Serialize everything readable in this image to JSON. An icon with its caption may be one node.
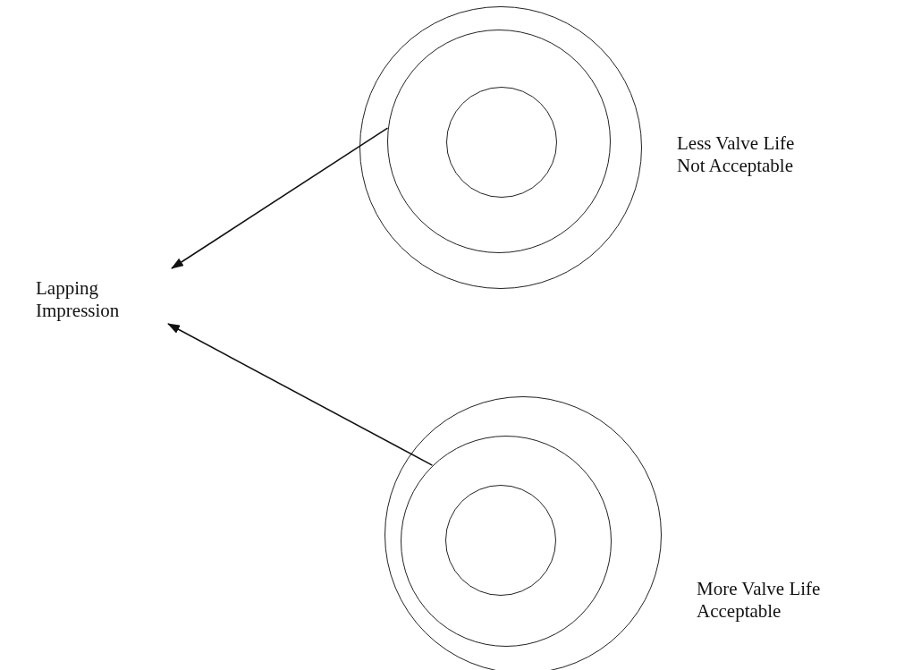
{
  "diagram": {
    "nodes": [
      {
        "text": [
          "Lapping Impression"
        ]
      },
      {
        "text": [],
        "shape": "circle",
        "beside": [
          "Less Valve Life Not Acceptable"
        ]
      },
      {
        "text": [],
        "shape": "circle",
        "in": 1
      },
      {
        "text": [],
        "shape": "circle",
        "in": 2
      },
      {
        "text": [],
        "shape": "circle",
        "beside": [
          "More Valve Life Acceptable"
        ]
      },
      {
        "text": [],
        "shape": "circle",
        "in": 4
      },
      {
        "text": [],
        "shape": "circle",
        "in": 5
      }
    ],
    "edges": [
      {
        "from": 2,
        "to": 0,
        "arrow": "to"
      },
      {
        "from": 5,
        "to": 0,
        "arrow": "to"
      }
    ]
  }
}
